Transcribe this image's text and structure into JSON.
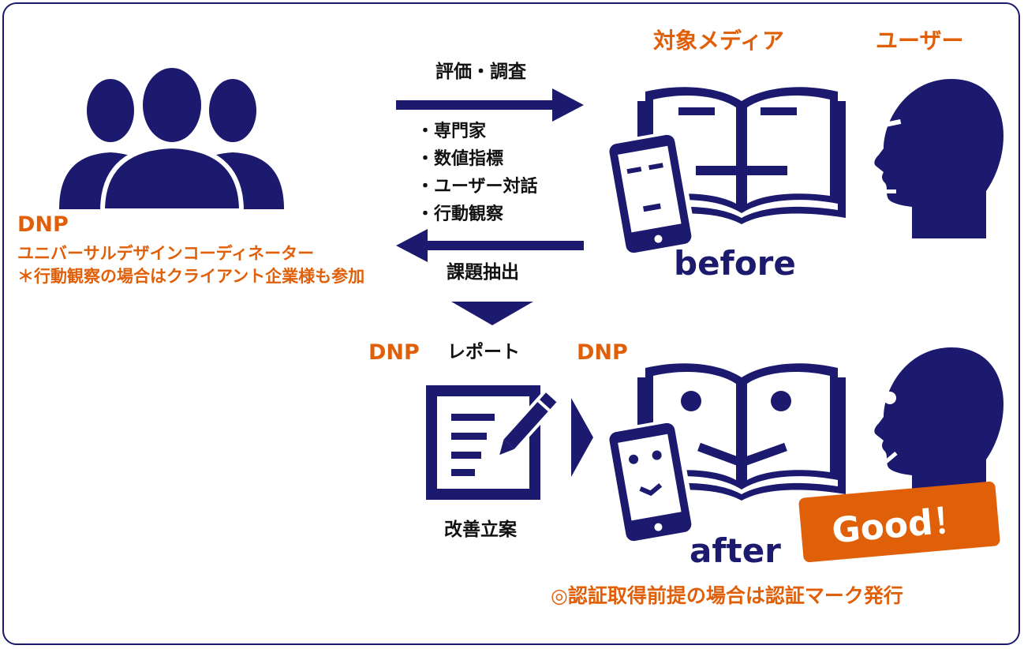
{
  "header": {
    "target_media": "対象メディア",
    "user": "ユーザー"
  },
  "left": {
    "dnp": "DNP",
    "coordinator": "ユニバーサルデザインコーディネーター",
    "note": "＊行動観察の場合はクライアント企業様も参加"
  },
  "flow": {
    "evaluation": "評価・調査",
    "methods": [
      "・専門家",
      "・数値指標",
      "・ユーザー対話",
      "・行動観察"
    ],
    "issues": "課題抽出",
    "report_dnp": "DNP",
    "report": "レポート",
    "improvement": "改善立案",
    "after_dnp": "DNP"
  },
  "labels": {
    "before": "before",
    "after": "after",
    "good": "Good！"
  },
  "footer": {
    "certification": "◎認証取得前提の場合は認証マーク発行"
  },
  "colors": {
    "navy": "#1c1a6e",
    "orange": "#e0600a"
  },
  "icons": [
    "people-group-icon",
    "open-book-icon",
    "tablet-icon",
    "user-head-icon",
    "report-pen-icon"
  ]
}
